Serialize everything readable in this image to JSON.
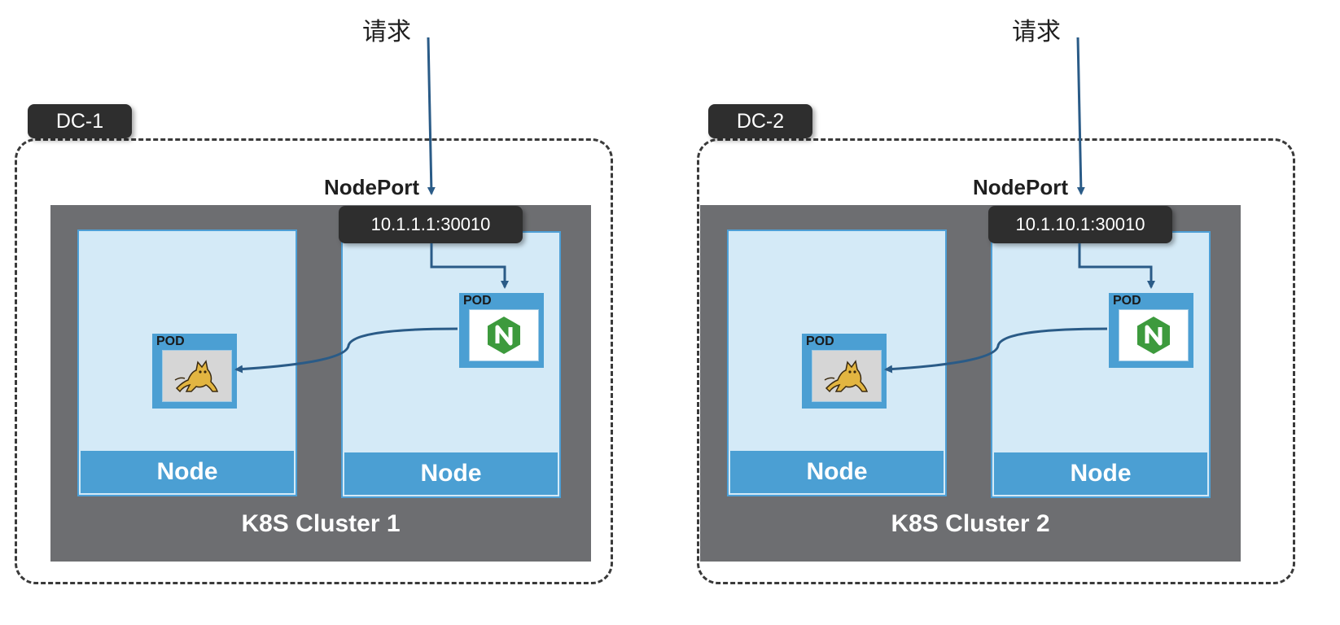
{
  "dcs": [
    {
      "label": "DC-1",
      "request_label": "请求",
      "nodeport_label": "NodePort",
      "ip_port": "10.1.1.1:30010",
      "cluster_label": "K8S Cluster 1",
      "nodes": [
        {
          "label": "Node",
          "pod": {
            "label": "POD",
            "icon": "tomcat-icon"
          }
        },
        {
          "label": "Node",
          "pod": {
            "label": "POD",
            "icon": "nginx-icon"
          }
        }
      ]
    },
    {
      "label": "DC-2",
      "request_label": "请求",
      "nodeport_label": "NodePort",
      "ip_port": "10.1.10.1:30010",
      "cluster_label": "K8S Cluster 2",
      "nodes": [
        {
          "label": "Node",
          "pod": {
            "label": "POD",
            "icon": "tomcat-icon"
          }
        },
        {
          "label": "Node",
          "pod": {
            "label": "POD",
            "icon": "nginx-icon"
          }
        }
      ]
    }
  ],
  "colors": {
    "cluster_bg": "#6d6e71",
    "node_bg": "#d4eaf7",
    "node_accent": "#4b9fd3",
    "label_dark": "#2e2e2e",
    "arrow": "#2a5b87",
    "nginx_green": "#3d9a3d"
  }
}
